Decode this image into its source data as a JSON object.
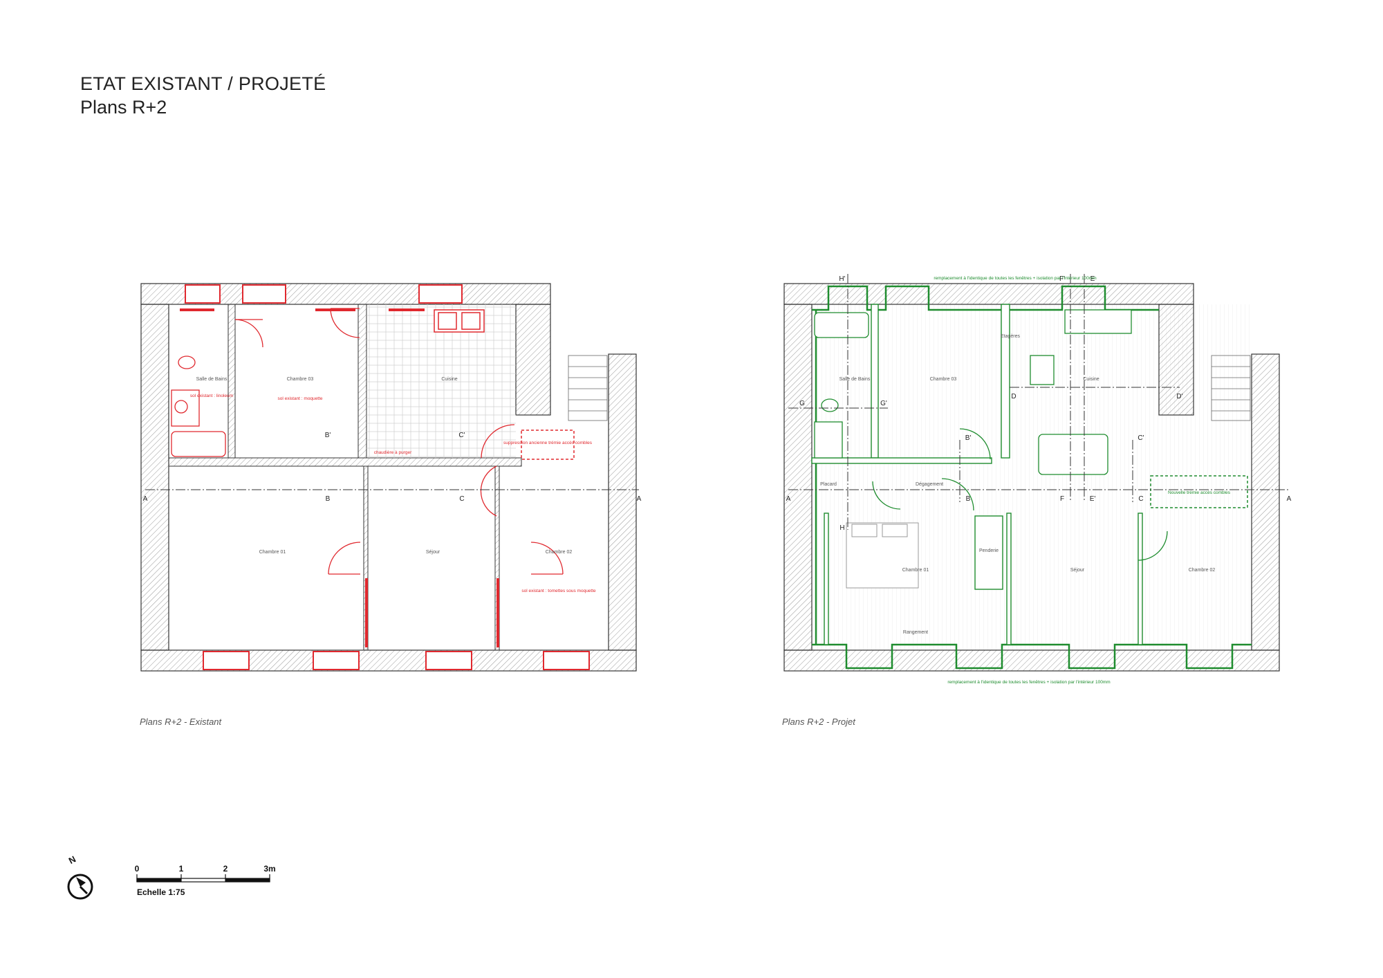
{
  "header": {
    "title": "ETAT EXISTANT / PROJETÉ",
    "subtitle": "Plans R+2"
  },
  "colors": {
    "existing_accent": "#e0282e",
    "project_accent": "#1e8c2e",
    "wall_hatch": "#9a9a9a",
    "line": "#333333"
  },
  "plan_existing": {
    "caption": "Plans R+2 - Existant",
    "rooms": {
      "bath": "Salle de Bains",
      "bed3": "Chambre 03",
      "kitchen": "Cuisine",
      "bed1": "Chambre 01",
      "living": "Séjour",
      "bed2": "Chambre 02"
    },
    "notes": {
      "bath": "sol existant : linoleum",
      "bed3": "sol existant : moquette",
      "kitchen_small": "chaudière à purger",
      "suppression": "suppression ancienne trémie accès combles",
      "bed2": "sol existant : tomettes sous moquette"
    },
    "axes": [
      "A",
      "A",
      "B",
      "B'",
      "C",
      "C'"
    ]
  },
  "plan_project": {
    "caption": "Plans R+2 - Projet",
    "rooms": {
      "bath": "Salle de Bains",
      "bed3": "Chambre 03",
      "kitchen": "Cuisine",
      "hall": "Dégagement",
      "bed1": "Chambre 01",
      "living": "Séjour",
      "bed2": "Chambre 02",
      "closet": "Placard",
      "dressing": "Penderie",
      "storage": "Rangement",
      "shelf": "Etagères"
    },
    "notes": {
      "top": "remplacement à l'identique de toutes les fenêtres + isolation par l'intérieur 100mm",
      "bottom": "remplacement à l'identique de toutes les fenêtres + isolation par l'intérieur 100mm",
      "trapdoor": "Nouvelle trémie accès combles"
    },
    "axes": [
      "A",
      "A",
      "B",
      "B'",
      "C",
      "C'",
      "D",
      "D'",
      "E",
      "E'",
      "F",
      "F'",
      "G",
      "G'",
      "H",
      "H'"
    ]
  },
  "scale_bar": {
    "ticks": [
      "0",
      "1",
      "2",
      "3m"
    ],
    "label": "Echelle 1:75",
    "north": "N"
  }
}
